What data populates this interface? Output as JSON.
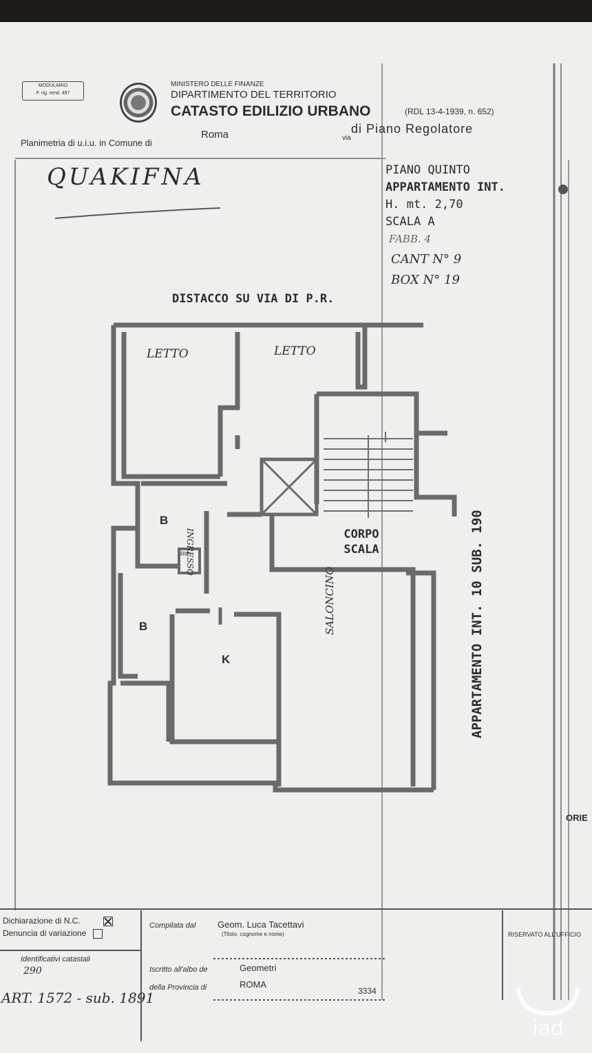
{
  "header": {
    "form_box_line1": "MODULARIO",
    "form_box_line2": "F. rig. rend. 497",
    "ministry": "MINISTERO DELLE FINANZE",
    "department": "DIPARTIMENTO DEL TERRITORIO",
    "registry": "CATASTO EDILIZIO URBANO",
    "law_ref": "(RDL 13-4-1939, n. 652)",
    "planimetry_label": "Planimetria di u.i.u. in Comune di",
    "comune": "Roma",
    "via_label": "via",
    "via": "di Piano Regolatore"
  },
  "annotations": {
    "handwritten_title": "QUAKIFNA",
    "floor": "PIANO QUINTO",
    "apartment": "APPARTAMENTO INT.",
    "height": "H. mt. 2,70",
    "stair": "SCALA A",
    "building": "FABB. 4",
    "cellar": "CANT N° 9",
    "box": "BOX N° 19",
    "distance_label": "DISTACCO SU VIA DI P.R.",
    "side_label": "APPARTAMENTO INT. 10 SUB. 190",
    "orientation_partial": "ORIE"
  },
  "rooms": {
    "bed1": "LETTO",
    "bed2": "LETTO",
    "bath1": "B",
    "bath2": "B",
    "entrance": "INGRESSO",
    "closet": "RIP.",
    "kitchen": "K",
    "living": "SALONCINO",
    "stairs": "CORPO SCALA"
  },
  "footer": {
    "dichiarazione": "Dichiarazione di N.C.",
    "dichiarazione_checked": true,
    "denuncia": "Denuncia di variazione",
    "denuncia_checked": false,
    "compilata_label": "Compilata dal",
    "compilata_value": "Geom. Luca Tacettavi",
    "compilata_sub": "(Titolo, cognome e nome)",
    "riservato": "RISERVATO ALL'UFFICIO",
    "identificativi": "Identificativi catastali",
    "foglio_value": "290",
    "iscritto_label": "Iscritto all'albo de",
    "iscritto_value": "Geometri",
    "provincia_label": "della Provincia di",
    "provincia_value": "ROMA",
    "numero": "3334",
    "handwritten_note": "ART. 1572 - sub. 1891"
  },
  "watermark": {
    "brand": "iad"
  }
}
